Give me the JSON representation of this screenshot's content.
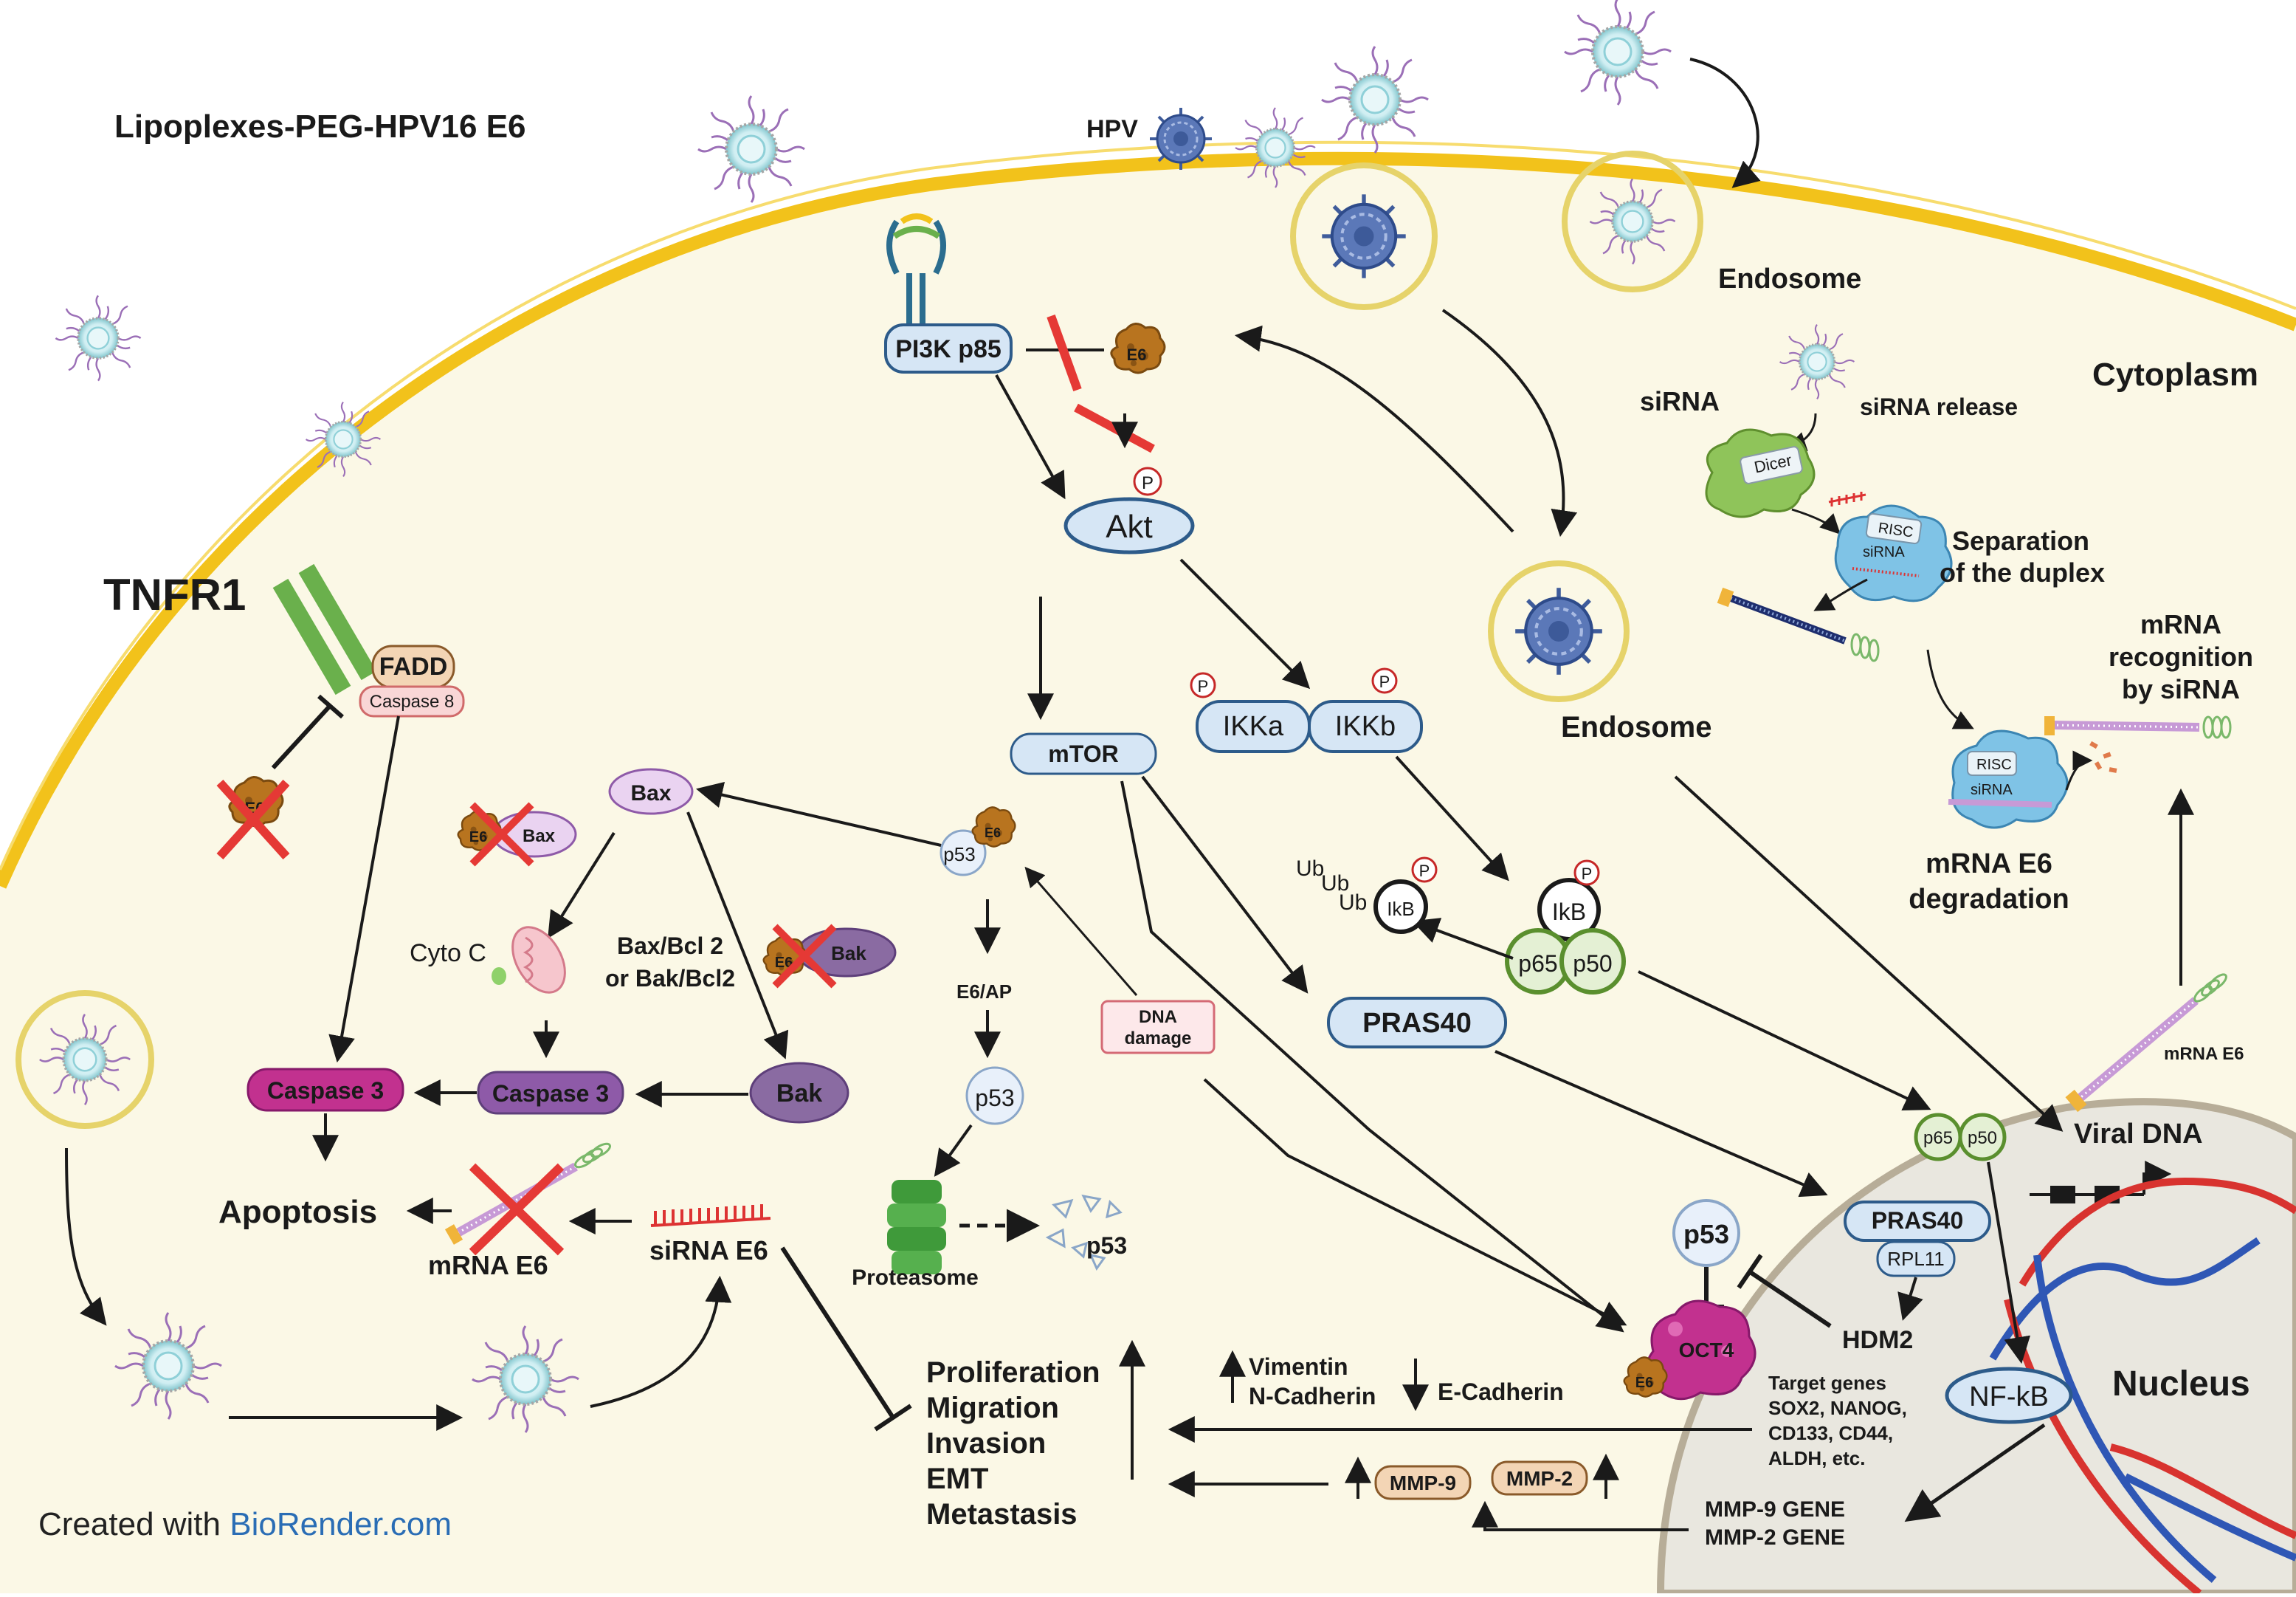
{
  "colors": {
    "membrane": "#f2c21b",
    "cytoplasm": "#fbf8e6",
    "nucleus": "#e9e7df",
    "box_blue": "#d6e6f5",
    "box_blue_stroke": "#2d5b8a",
    "inhibit_red": "#e53935",
    "caspase_magenta": "#c2318f",
    "caspase_purple": "#8e5aa8",
    "e6_brown": "#b8741f",
    "nfkb_green": "#5a8f2e"
  },
  "labels": {
    "title": "Lipoplexes-PEG-HPV16 E6",
    "hpv": "HPV",
    "endosome_top": "Endosome",
    "endosome_mid": "Endosome",
    "cytoplasm": "Cytoplasm",
    "sirna": "siRNA",
    "sirna_release": "siRNA release",
    "dicer": "Dicer",
    "risc": "RISC",
    "risc_sirna": "siRNA",
    "separation_1": "Separation",
    "separation_2": "of the duplex",
    "mrna_recog_1": "mRNA",
    "mrna_recog_2": "recognition",
    "mrna_recog_3": "by siRNA",
    "risc2": "RISC",
    "risc2_sirna": "siRNA",
    "mrna_deg_1": "mRNA E6",
    "mrna_deg_2": "degradation",
    "mrna_e6_right": "mRNA E6",
    "viral_dna": "Viral DNA",
    "nucleus": "Nucleus",
    "tnfr1": "TNFR1",
    "fadd": "FADD",
    "caspase8": "Caspase 8",
    "e6": "E6",
    "pi3k": "PI3K p85",
    "akt": "Akt",
    "p": "P",
    "mtor": "mTOR",
    "ikka": "IKKa",
    "ikkb": "IKKb",
    "ub1": "Ub",
    "ub2": "Ub",
    "ub3": "Ub",
    "ikb": "IkB",
    "p65": "p65",
    "p50": "p50",
    "pras40": "PRAS40",
    "p53": "p53",
    "e6ap": "E6/AP",
    "dna_damage_1": "DNA",
    "dna_damage_2": "damage",
    "proteasome": "Proteasome",
    "bax": "Bax",
    "bak": "Bak",
    "cyto_c": "Cyto C",
    "bax_bcl_1": "Bax/Bcl 2",
    "bax_bcl_2": "or Bak/Bcl2",
    "caspase3": "Caspase 3",
    "apoptosis": "Apoptosis",
    "mrna_e6_left": "mRNA E6",
    "sirna_e6": "siRNA E6",
    "outcomes": [
      "Proliferation",
      "Migration",
      "Invasion",
      "EMT",
      "Metastasis"
    ],
    "vimentin": "Vimentin",
    "n_cadherin": "N-Cadherin",
    "e_cadherin": "E-Cadherin",
    "mmp9": "MMP-9",
    "mmp2": "MMP-2",
    "oct4": "OCT4",
    "hdm2": "HDM2",
    "rpl11": "RPL11",
    "target_genes": [
      "Target genes",
      "SOX2, NANOG,",
      "CD133, CD44,",
      "ALDH, etc."
    ],
    "nfkb": "NF-kB",
    "mmp9_gene": "MMP-9 GENE",
    "mmp2_gene": "MMP-2 GENE",
    "credit_prefix": "Created with ",
    "credit_link": "BioRender.com"
  }
}
